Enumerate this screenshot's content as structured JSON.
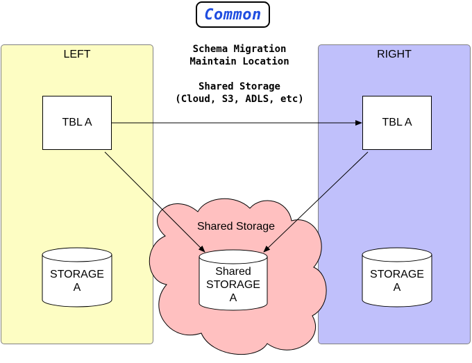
{
  "title": "Common",
  "left_panel": {
    "label": "LEFT",
    "table": "TBL A",
    "storage": [
      "STORAGE",
      "A"
    ]
  },
  "right_panel": {
    "label": "RIGHT",
    "table": "TBL A",
    "storage": [
      "STORAGE",
      "A"
    ]
  },
  "notes": {
    "line1": "Schema Migration",
    "line2": "Maintain Location",
    "line3": "Shared Storage",
    "line4": "(Cloud, S3, ADLS, etc)"
  },
  "shared": {
    "cloud_label": "Shared Storage",
    "storage": [
      "Shared",
      "STORAGE",
      "A"
    ]
  },
  "colors": {
    "title_text": "#1f4de0",
    "left_panel": "#fdfdc3",
    "right_panel": "#c0c0fb",
    "cloud_fill": "#ffc0c0"
  }
}
